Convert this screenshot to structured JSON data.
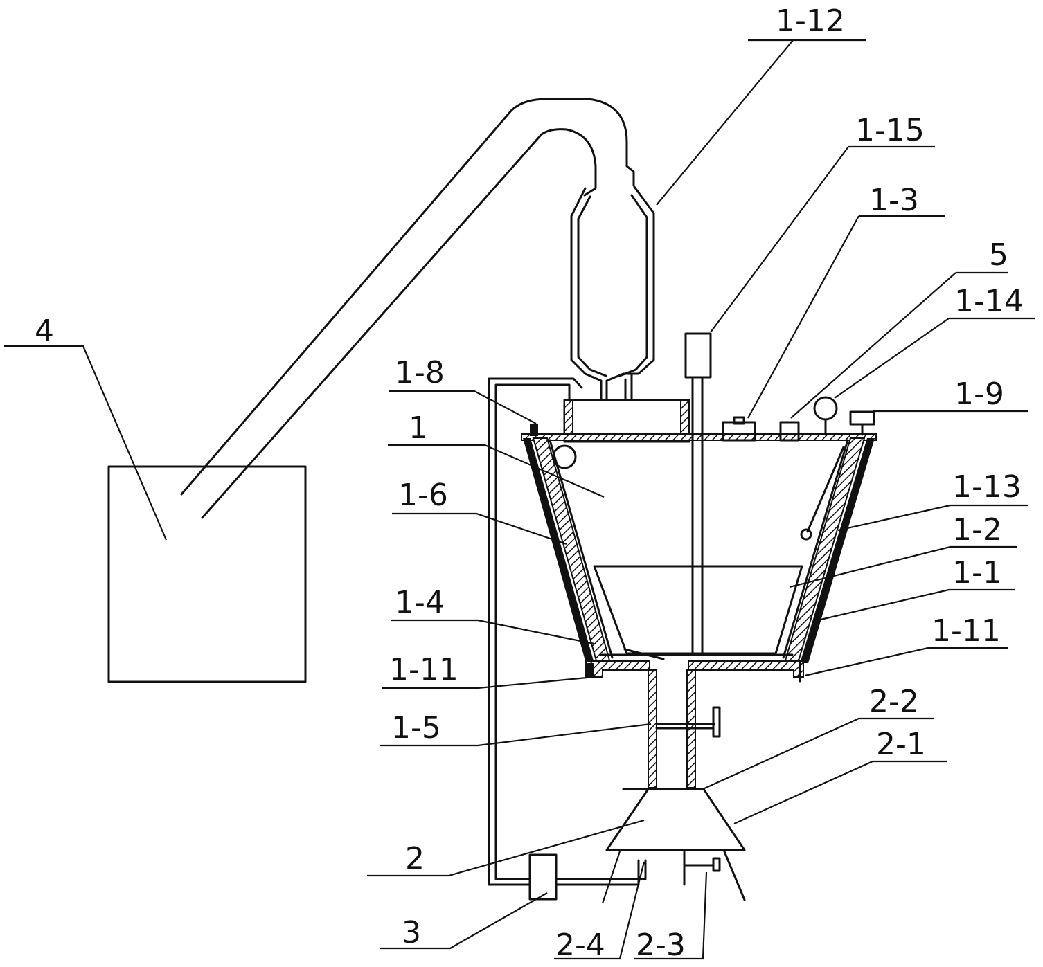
{
  "labels": {
    "l_4": "4",
    "l_1_12": "1-12",
    "l_1_15": "1-15",
    "l_1_3": "1-3",
    "l_5": "5",
    "l_1_14": "1-14",
    "l_1_9": "1-9",
    "l_1_8": "1-8",
    "l_1": "1",
    "l_1_6": "1-6",
    "l_1_13": "1-13",
    "l_1_2": "1-2",
    "l_1_1": "1-1",
    "l_1_4": "1-4",
    "l_1_11_left": "1-11",
    "l_1_11_right": "1-11",
    "l_1_5": "1-5",
    "l_2_2": "2-2",
    "l_2_1": "2-1",
    "l_2": "2",
    "l_3": "3",
    "l_2_4": "2-4",
    "l_2_3": "2-3"
  },
  "colors": {
    "stroke": "#111111",
    "background": "#ffffff"
  }
}
